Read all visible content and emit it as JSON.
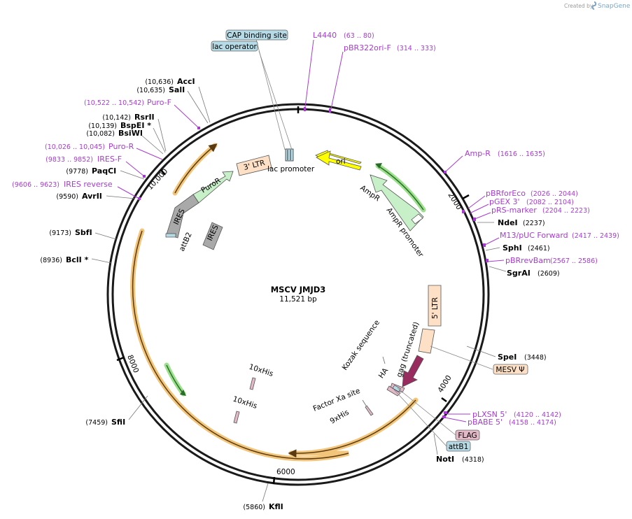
{
  "credit": {
    "prefix": "Created by",
    "brand": "SnapGene"
  },
  "plasmid": {
    "name": "MSCV JMJD3",
    "size": "11,521 bp"
  },
  "ticks": [
    {
      "text": "2000",
      "bp": 2000
    },
    {
      "text": "4000",
      "bp": 4000
    },
    {
      "text": "6000",
      "bp": 6000
    },
    {
      "text": "8000",
      "bp": 8000
    },
    {
      "text": "10,000",
      "bp": 10000
    }
  ],
  "sites": [
    {
      "name": "AccI",
      "pos": "(10,636)",
      "side": "left"
    },
    {
      "name": "SalI",
      "pos": "(10,635)",
      "side": "left"
    },
    {
      "name": "RsrII",
      "pos": "(10,142)",
      "side": "left"
    },
    {
      "name": "BspEI *",
      "pos": "(10,139)",
      "side": "left"
    },
    {
      "name": "BsiWI",
      "pos": "(10,082)",
      "side": "left"
    },
    {
      "name": "PaqCI",
      "pos": "(9778)",
      "side": "left"
    },
    {
      "name": "AvrII",
      "pos": "(9590)",
      "side": "left"
    },
    {
      "name": "SbfI",
      "pos": "(9173)",
      "side": "left"
    },
    {
      "name": "BclI *",
      "pos": "(8936)",
      "side": "left"
    },
    {
      "name": "SfiI",
      "pos": "(7459)",
      "side": "left"
    },
    {
      "name": "KflI",
      "pos": "(5860)",
      "side": "left"
    },
    {
      "name": "NdeI",
      "pos": "(2237)",
      "side": "right"
    },
    {
      "name": "SphI",
      "pos": "(2461)",
      "side": "right"
    },
    {
      "name": "SgrAI",
      "pos": "(2609)",
      "side": "right"
    },
    {
      "name": "SpeI",
      "pos": "(3448)",
      "side": "right"
    },
    {
      "name": "NotI",
      "pos": "(4318)",
      "side": "right"
    }
  ],
  "primers": [
    {
      "name": "L4440",
      "range": "(63 .. 80)"
    },
    {
      "name": "pBR322ori-F",
      "range": "(314 .. 333)"
    },
    {
      "name": "Amp-R",
      "range": "(1616 .. 1635)"
    },
    {
      "name": "pBRforEco",
      "range": "(2026 .. 2044)"
    },
    {
      "name": "pGEX 3'",
      "range": "(2082 .. 2104)"
    },
    {
      "name": "pRS-marker",
      "range": "(2204 .. 2223)"
    },
    {
      "name": "M13/pUC Forward",
      "range": "(2417 .. 2439)"
    },
    {
      "name": "pBRrevBam",
      "range": "(2567 .. 2586)"
    },
    {
      "name": "pLXSN 5'",
      "range": "(4120 .. 4142)"
    },
    {
      "name": "pBABE 5'",
      "range": "(4158 .. 4174)"
    },
    {
      "name": "Puro-F",
      "range": "(10,522 .. 10,542)"
    },
    {
      "name": "Puro-R",
      "range": "(10,026 .. 10,045)"
    },
    {
      "name": "IRES-F",
      "range": "(9833 .. 9852)"
    },
    {
      "name": "IRES reverse",
      "range": "(9606 .. 9623)"
    }
  ],
  "boxed_features": [
    {
      "name": "CAP binding site",
      "color": "#b6dbe6"
    },
    {
      "name": "lac operator",
      "color": "#b6dbe6"
    },
    {
      "name": "MESV Ψ",
      "color": "#fde0c6"
    },
    {
      "name": "FLAG",
      "color": "#e3b8c7"
    },
    {
      "name": "attB1",
      "color": "#b6dbe6"
    }
  ],
  "features": [
    {
      "name": "ori",
      "color": "#ffff00"
    },
    {
      "name": "AmpR",
      "color": "#c8f0c8"
    },
    {
      "name": "AmpR promoter",
      "color": "#ffffff"
    },
    {
      "name": "3' LTR",
      "color": "#fde0c6"
    },
    {
      "name": "lac promoter",
      "color": "#b6dbe6"
    },
    {
      "name": "PuroR",
      "color": "#c8f0c8"
    },
    {
      "name": "IRES",
      "color": "#a9a9a9"
    },
    {
      "name": "IRES",
      "color": "#a9a9a9"
    },
    {
      "name": "attB2",
      "color": "#b6dbe6"
    },
    {
      "name": "5' LTR",
      "color": "#fde0c6"
    },
    {
      "name": "gag (truncated)",
      "color": "#982c5f"
    },
    {
      "name": "HA",
      "color": "#e3b8c7"
    },
    {
      "name": "Kozak sequence",
      "color": "#b6dbe6"
    },
    {
      "name": "Factor Xa site",
      "color": "#e3b8c7"
    },
    {
      "name": "9xHis",
      "color": "#e3b8c7"
    },
    {
      "name": "10xHis",
      "color": "#e3b8c7"
    },
    {
      "name": "10xHis",
      "color": "#e3b8c7"
    }
  ],
  "colors": {
    "backbone": "#1a1a1a",
    "primer": "#a73bd1",
    "orf_orange": "#e69a2e",
    "orf_green": "#3fa63f"
  }
}
